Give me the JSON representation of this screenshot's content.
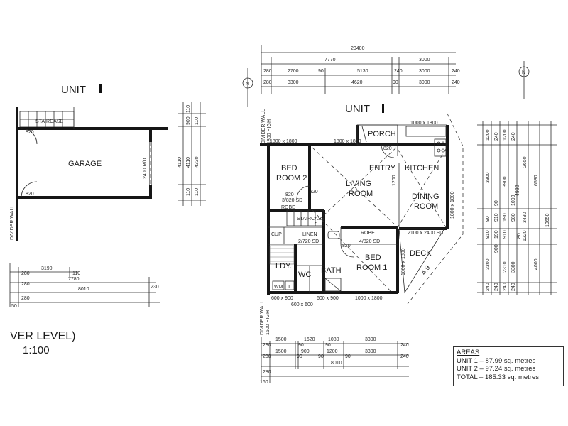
{
  "left_unit_label": "UNIT",
  "right_unit_label": "UNIT",
  "level_label": "VER LEVEL)",
  "scale_label": "1:100",
  "rooms": {
    "garage": "GARAGE",
    "bed2_a": "BED",
    "bed2_b": "ROOM 2",
    "living_a": "LIVING",
    "living_b": "ROOM",
    "entry": "ENTRY",
    "kitchen": "KITCHEN",
    "dining_a": "DINING",
    "dining_b": "ROOM",
    "porch": "PORCH",
    "bed1_a": "BED",
    "bed1_b": "ROOM 1",
    "deck": "DECK",
    "ldy": "LDY.",
    "wc": "WC",
    "bath": "BATH",
    "cup": "CUP",
    "linen": "LINEN",
    "robe1": "ROBE",
    "robe2": "ROBE",
    "staircase1": "STAIRCASE",
    "staircase2": "STAIRCASE",
    "wm": "WM",
    "t": "T",
    "divider_wall1": "DIVIDER WALL",
    "divider_wall2": "DIVIDER WALL",
    "divider_high1": "1800 HIGH",
    "divider_high2": "1500 HIGH",
    "divider_wall_left": "DIVIDER WALL",
    "deck_note": "4.9"
  },
  "openings": {
    "o_1800x1800_a": "1800 x 1800",
    "o_1800x1800_b": "1800 x 1800",
    "o_1000x1800": "1000 x 1800",
    "o_2100x2400": "2100 x 2400 SD",
    "o_1800x1800_c": "1800 x 1800",
    "o_1800x1800_d": "1800 x 1800",
    "o_600x900_a": "600 x 900",
    "o_600x900_b": "600 x 900",
    "o_1000x1800_b": "1000 x 1800",
    "o_600x600": "600 x 600",
    "d820_a": "820",
    "d820_b": "820",
    "d820_c": "820",
    "d820_d": "820",
    "d820_e": "820",
    "d820_f": "820",
    "sd3820": "3/820 SD",
    "sd2720": "2/720 SD",
    "sd4820": "4/820 SD",
    "d1200": "1200",
    "d2400rd": "2400 R/D"
  },
  "dims_top": [
    "20400",
    "7770",
    "3000",
    "280",
    "2700",
    "90",
    "5130",
    "240",
    "3000",
    "280",
    "3300",
    "4620",
    "90",
    "3000",
    "240",
    "240"
  ],
  "dims_left_bottom": [
    "3190",
    "280",
    "110",
    "7780",
    "280",
    "8010",
    "230",
    "280",
    "50"
  ],
  "dims_left_side": [
    "110",
    "900",
    "110",
    "4110",
    "4110",
    "4330",
    "110",
    "110"
  ],
  "dims_right_side": [
    "1200",
    "2650",
    "240",
    "1200",
    "240",
    "3300",
    "3900",
    "4980",
    "6580",
    "10650",
    "90",
    "1090",
    "3430",
    "90",
    "910",
    "190",
    "980",
    "910",
    "190",
    "910",
    "900",
    "1220",
    "80",
    "2310",
    "3300",
    "4000",
    "3300",
    "240",
    "240",
    "240",
    "240"
  ],
  "dims_bottom": [
    "1500",
    "1620",
    "1080",
    "3300",
    "240",
    "280",
    "90",
    "90",
    "1500",
    "900",
    "1200",
    "3300",
    "240",
    "280",
    "90",
    "90",
    "90",
    "8010",
    "280",
    "160"
  ],
  "areas": {
    "title": "AREAS",
    "unit1": "UNIT  1  –  87.99  sq.  metres",
    "unit2": "UNIT  2  –  97.24  sq.  metres",
    "total": "TOTAL  –  185.33  sq.  metres"
  }
}
